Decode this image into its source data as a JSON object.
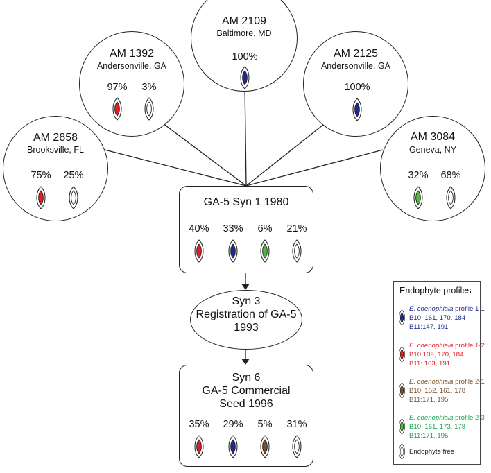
{
  "colors": {
    "profile_1_1": "#1e2b8c",
    "profile_1_2": "#e31e24",
    "profile_2_1": "#7a4f2a",
    "profile_2_3": "#4dbb38",
    "endophyte_free": "#ffffff",
    "legend_text_1_1": "#1e2b8c",
    "legend_text_1_2": "#e31e24",
    "legend_text_2_1": "#7a4f2a",
    "legend_text_2_3": "#17a34a",
    "line": "#222222"
  },
  "sources": [
    {
      "id": "am2858",
      "title": "AM 2858",
      "location": "Brooksville, FL",
      "items": [
        {
          "pct": "75%",
          "profile": "profile_1_2"
        },
        {
          "pct": "25%",
          "profile": "endophyte_free"
        }
      ]
    },
    {
      "id": "am1392",
      "title": "AM 1392",
      "location": "Andersonville, GA",
      "items": [
        {
          "pct": "97%",
          "profile": "profile_1_2"
        },
        {
          "pct": "3%",
          "profile": "endophyte_free"
        }
      ]
    },
    {
      "id": "am2109",
      "title": "AM 2109",
      "location": "Baltimore, MD",
      "items": [
        {
          "pct": "100%",
          "profile": "profile_1_1"
        }
      ]
    },
    {
      "id": "am2125",
      "title": "AM 2125",
      "location": "Andersonville, GA",
      "items": [
        {
          "pct": "100%",
          "profile": "profile_1_1"
        }
      ]
    },
    {
      "id": "am3084",
      "title": "AM 3084",
      "location": "Geneva, NY",
      "items": [
        {
          "pct": "32%",
          "profile": "profile_2_3"
        },
        {
          "pct": "68%",
          "profile": "endophyte_free"
        }
      ]
    }
  ],
  "syn1": {
    "title": "GA-5 Syn 1 1980",
    "items": [
      {
        "pct": "40%",
        "profile": "profile_1_2"
      },
      {
        "pct": "33%",
        "profile": "profile_1_1"
      },
      {
        "pct": "6%",
        "profile": "profile_2_3"
      },
      {
        "pct": "21%",
        "profile": "endophyte_free"
      }
    ]
  },
  "syn3": {
    "lines": [
      "Syn 3",
      "Registration of GA-5",
      "1993"
    ]
  },
  "syn6": {
    "lines": [
      "Syn 6",
      "GA-5 Commercial",
      "Seed 1996"
    ],
    "items": [
      {
        "pct": "35%",
        "profile": "profile_1_2"
      },
      {
        "pct": "29%",
        "profile": "profile_1_1"
      },
      {
        "pct": "5%",
        "profile": "profile_2_1"
      },
      {
        "pct": "31%",
        "profile": "endophyte_free"
      }
    ]
  },
  "legend": {
    "title": "Endophyte profiles",
    "entries": [
      {
        "profile": "profile_1_1",
        "species": "E. coenophiala",
        "label": " profile 1-1",
        "lines": [
          "B10: 161, 170, 184",
          "B11:147, 191"
        ]
      },
      {
        "profile": "profile_1_2",
        "species": "E. coenophiala",
        "label": " profile 1-2",
        "lines": [
          "B10:139, 170, 184",
          "B11: 163, 191"
        ]
      },
      {
        "profile": "profile_2_1",
        "species": "E. coenophiala",
        "label": " profile 2-1",
        "lines": [
          "B10: 152, 161, 178",
          "B11:171, 195"
        ]
      },
      {
        "profile": "profile_2_3",
        "species": "E. coenophiala",
        "label": " profile 2-3",
        "lines": [
          "B10: 161, 173, 178",
          "B11:171, 195"
        ]
      },
      {
        "profile": "endophyte_free",
        "species": "",
        "label": "Endophyte free",
        "lines": []
      }
    ]
  }
}
